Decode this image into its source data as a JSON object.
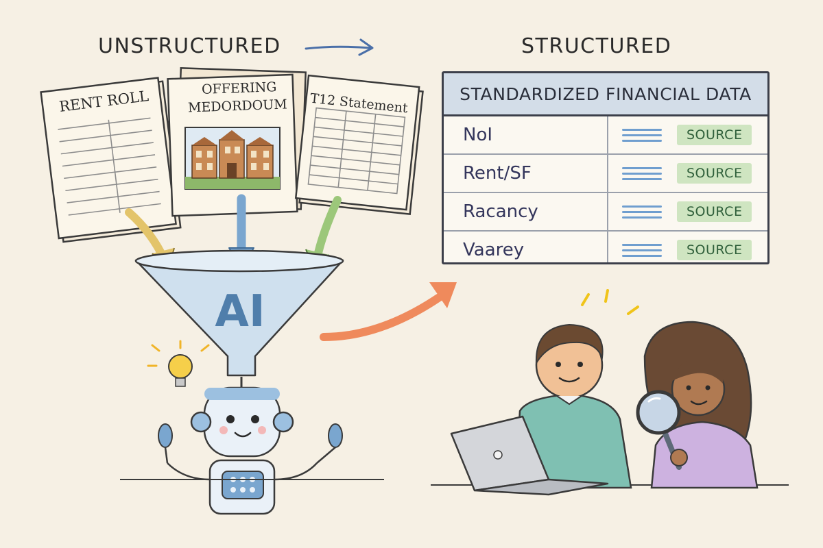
{
  "headers": {
    "left": "UNSTRUCTURED",
    "right": "STRUCTURED"
  },
  "documents": [
    {
      "title": "RENT ROLL"
    },
    {
      "title_line1": "OFFERING",
      "title_line2": "MEDORDOUM"
    },
    {
      "title": "T12 Statement"
    }
  ],
  "funnel_label": "AI",
  "table": {
    "title": "STANDARDIZED FINANCIAL DATA",
    "rows": [
      {
        "metric": "NoI",
        "badge": "SOURCE"
      },
      {
        "metric": "Rent/SF",
        "badge": "SOURCE"
      },
      {
        "metric": "Racancy",
        "badge": "SOURCE"
      },
      {
        "metric": "Vaarey",
        "badge": "SOURCE"
      }
    ]
  },
  "colors": {
    "background": "#f6f0e4",
    "table_header": "#d3dde8",
    "source_badge": "#cfe5c1",
    "flow_arrow": "#ef8a5c",
    "funnel": "#cfe0ee"
  }
}
